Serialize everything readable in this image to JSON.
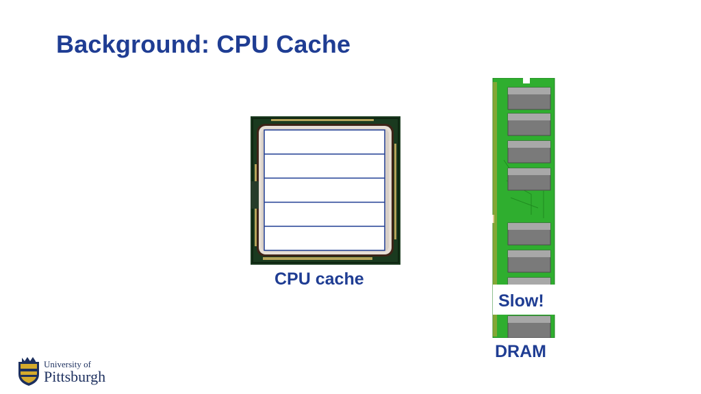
{
  "slide": {
    "title": "Background: CPU Cache",
    "cpu_label": "CPU cache",
    "slow_label": "Slow!",
    "dram_label": "DRAM"
  },
  "cpu": {
    "cache_lines": 5,
    "colors": {
      "board": "#1a3a1f",
      "frame": "#3d2418",
      "die": "#d8cfc6",
      "line": "#1f3d93"
    }
  },
  "dram": {
    "chip_count": 8,
    "colors": {
      "pcb": "#2fae2f",
      "chip": "#7a7a7a",
      "contacts": "#c9a23a"
    }
  },
  "logo": {
    "line1": "University of",
    "line2": "Pittsburgh",
    "icon": "university-crest-icon",
    "colors": {
      "navy": "#1c2f5e",
      "gold": "#d4aa2c"
    }
  },
  "theme": {
    "title_color": "#1f3d93"
  }
}
